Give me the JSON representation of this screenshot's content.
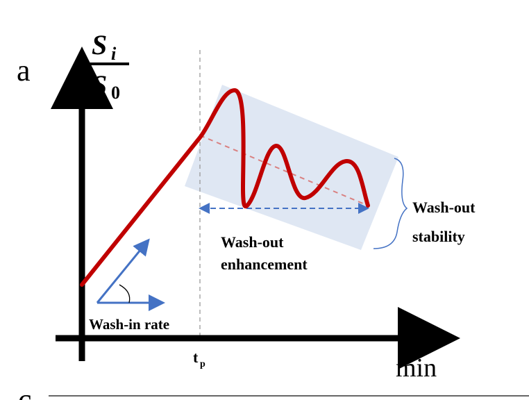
{
  "panel_label": "a",
  "panel_label_next": "c",
  "y_axis": {
    "numerator": "S",
    "numerator_sub": "i",
    "denominator": "S",
    "denominator_sub": "0"
  },
  "x_axis": {
    "unit": "min",
    "tick_main": "t",
    "tick_sub": "p"
  },
  "annotations": {
    "wash_in": "Wash-in rate",
    "wash_out_enh_line1": "Wash-out",
    "wash_out_enh_line2": "enhancement",
    "wash_out_stab_line1": "Wash-out",
    "wash_out_stab_line2": "stability"
  },
  "colors": {
    "curve": "#c00000",
    "arrows": "#4472c4",
    "box": "#dce4f2",
    "axis": "#000000",
    "guide": "#999999"
  }
}
